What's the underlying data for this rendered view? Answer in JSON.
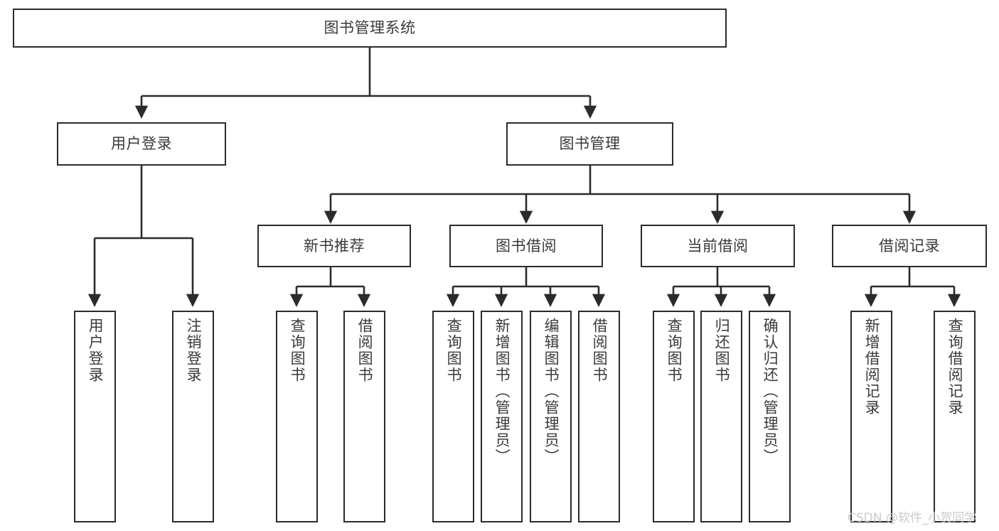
{
  "diagram": {
    "title": "图书管理系统",
    "type": "tree",
    "orientation": "top-down",
    "colors": {
      "background": "#ffffff",
      "box_border": "#2b2b2b",
      "box_fill": "#ffffff",
      "text": "#3a3a3a",
      "connector": "#2b2b2b",
      "watermark": "#c9c9c9"
    },
    "watermark": "CSDN @软件_小贺同学",
    "nodes": {
      "root": {
        "label": "图书管理系统"
      },
      "level2": [
        {
          "label": "用户登录"
        },
        {
          "label": "图书管理"
        }
      ],
      "level3": [
        {
          "label": "新书推荐"
        },
        {
          "label": "图书借阅"
        },
        {
          "label": "当前借阅"
        },
        {
          "label": "借阅记录"
        }
      ],
      "leaves": {
        "user_login": [
          {
            "label": "用户登录"
          },
          {
            "label": "注销登录"
          }
        ],
        "new_book_recommend": [
          {
            "label": "查询图书"
          },
          {
            "label": "借阅图书"
          }
        ],
        "book_borrow": [
          {
            "label": "查询图书"
          },
          {
            "label": "新增图书（管理员）"
          },
          {
            "label": "编辑图书（管理员）"
          },
          {
            "label": "借阅图书"
          }
        ],
        "current_borrow": [
          {
            "label": "查询图书"
          },
          {
            "label": "归还图书"
          },
          {
            "label": "确认归还（管理员）"
          }
        ],
        "borrow_record": [
          {
            "label": "新增借阅记录"
          },
          {
            "label": "查询借阅记录"
          }
        ]
      }
    }
  }
}
